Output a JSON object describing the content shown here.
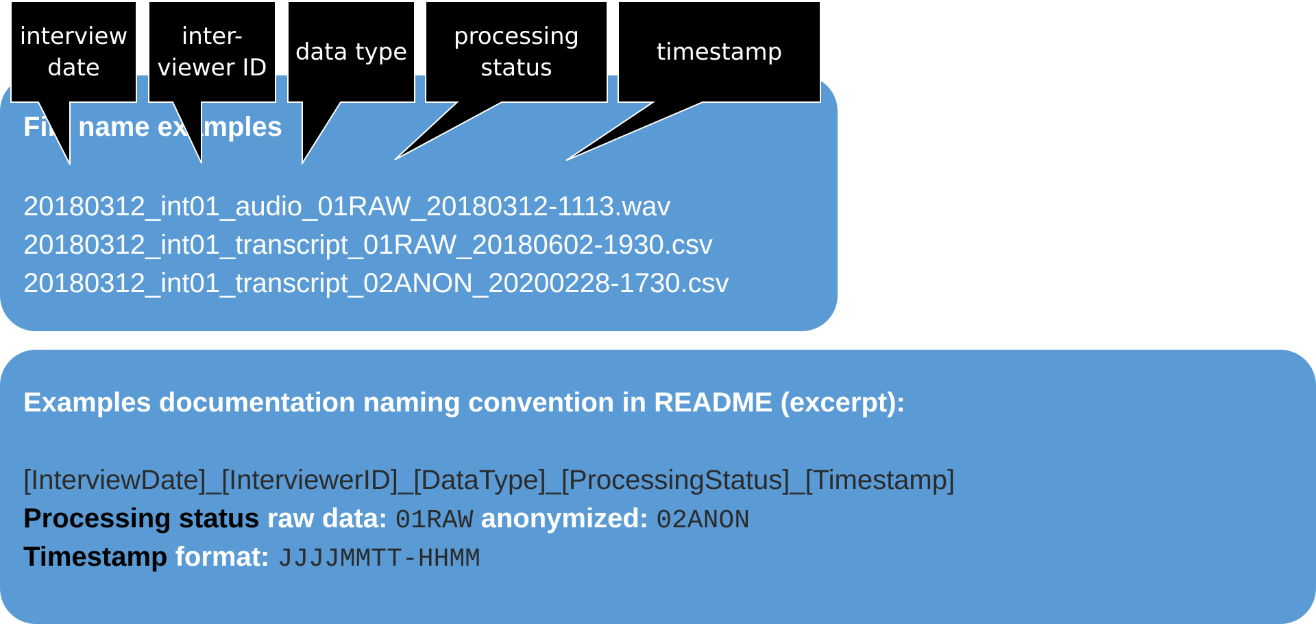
{
  "callouts": [
    {
      "id": "interview-date",
      "label": "interview\ndate"
    },
    {
      "id": "interviewer-id",
      "label": "inter-\nviewer ID"
    },
    {
      "id": "data-type",
      "label": "data type"
    },
    {
      "id": "processing-status",
      "label": "processing\nstatus"
    },
    {
      "id": "timestamp",
      "label": "timestamp"
    }
  ],
  "file_examples": {
    "heading": "File name examples",
    "files": [
      "20180312_int01_audio_01RAW_20180312-1113.wav",
      "20180312_int01_transcript_01RAW_20180602-1930.csv",
      "20180312_int01_transcript_02ANON_20200228-1730.csv"
    ]
  },
  "readme": {
    "heading": "Examples documentation naming convention in README (excerpt):",
    "pattern": "[InterviewDate]_[InterviewerID]_[DataType]_[ProcessingStatus]_[Timestamp]",
    "processing_status": {
      "label": "Processing status",
      "raw_label": "raw data:",
      "raw_value": "01RAW",
      "anon_label": "anonymized:",
      "anon_value": "02ANON"
    },
    "timestamp": {
      "label": "Timestamp",
      "format_label": "format:",
      "format_value": "JJJJMMTT-HHMM"
    }
  },
  "colors": {
    "panel": "#5b9bd5",
    "callout": "#000000",
    "callout_border": "#ffffff",
    "text_light": "#ffffff",
    "text_dark": "#2b2b2b"
  }
}
